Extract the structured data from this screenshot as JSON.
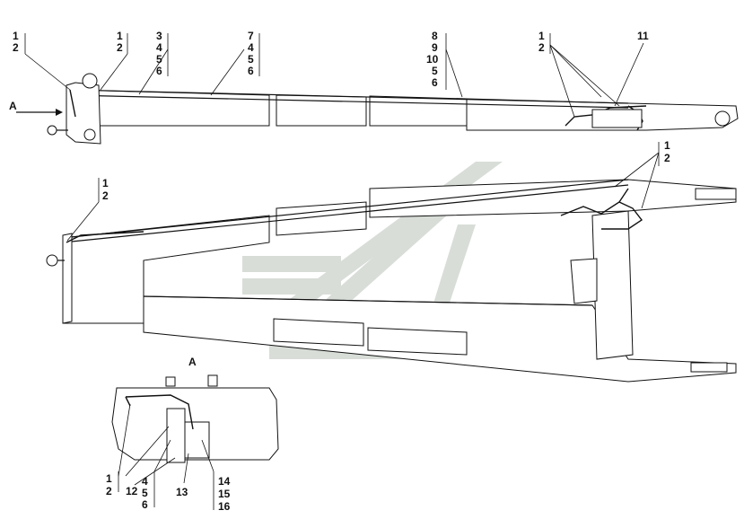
{
  "colors": {
    "watermark": "#d8ddd8",
    "line": "#111111",
    "background": "#ffffff"
  },
  "view_a": {
    "label": "A",
    "arrow_label": "A"
  },
  "labels": {
    "top_left_a": [
      "1",
      "2"
    ],
    "top_left_b": [
      "1",
      "2"
    ],
    "top_col_3": [
      "3",
      "4",
      "5",
      "6"
    ],
    "top_col_7": [
      "7",
      "4",
      "5",
      "6"
    ],
    "top_col_8": [
      "8",
      "9",
      "10",
      "5",
      "6"
    ],
    "top_right_12": [
      "1",
      "2"
    ],
    "top_right_11": "11",
    "mid_right_12": [
      "1",
      "2"
    ],
    "mid_left_12": [
      "1",
      "2"
    ],
    "detail_12": [
      "1",
      "2"
    ],
    "detail_12_b": "12",
    "detail_456": [
      "4",
      "5",
      "6"
    ],
    "detail_13": "13",
    "detail_14": [
      "14",
      "15",
      "16"
    ]
  }
}
